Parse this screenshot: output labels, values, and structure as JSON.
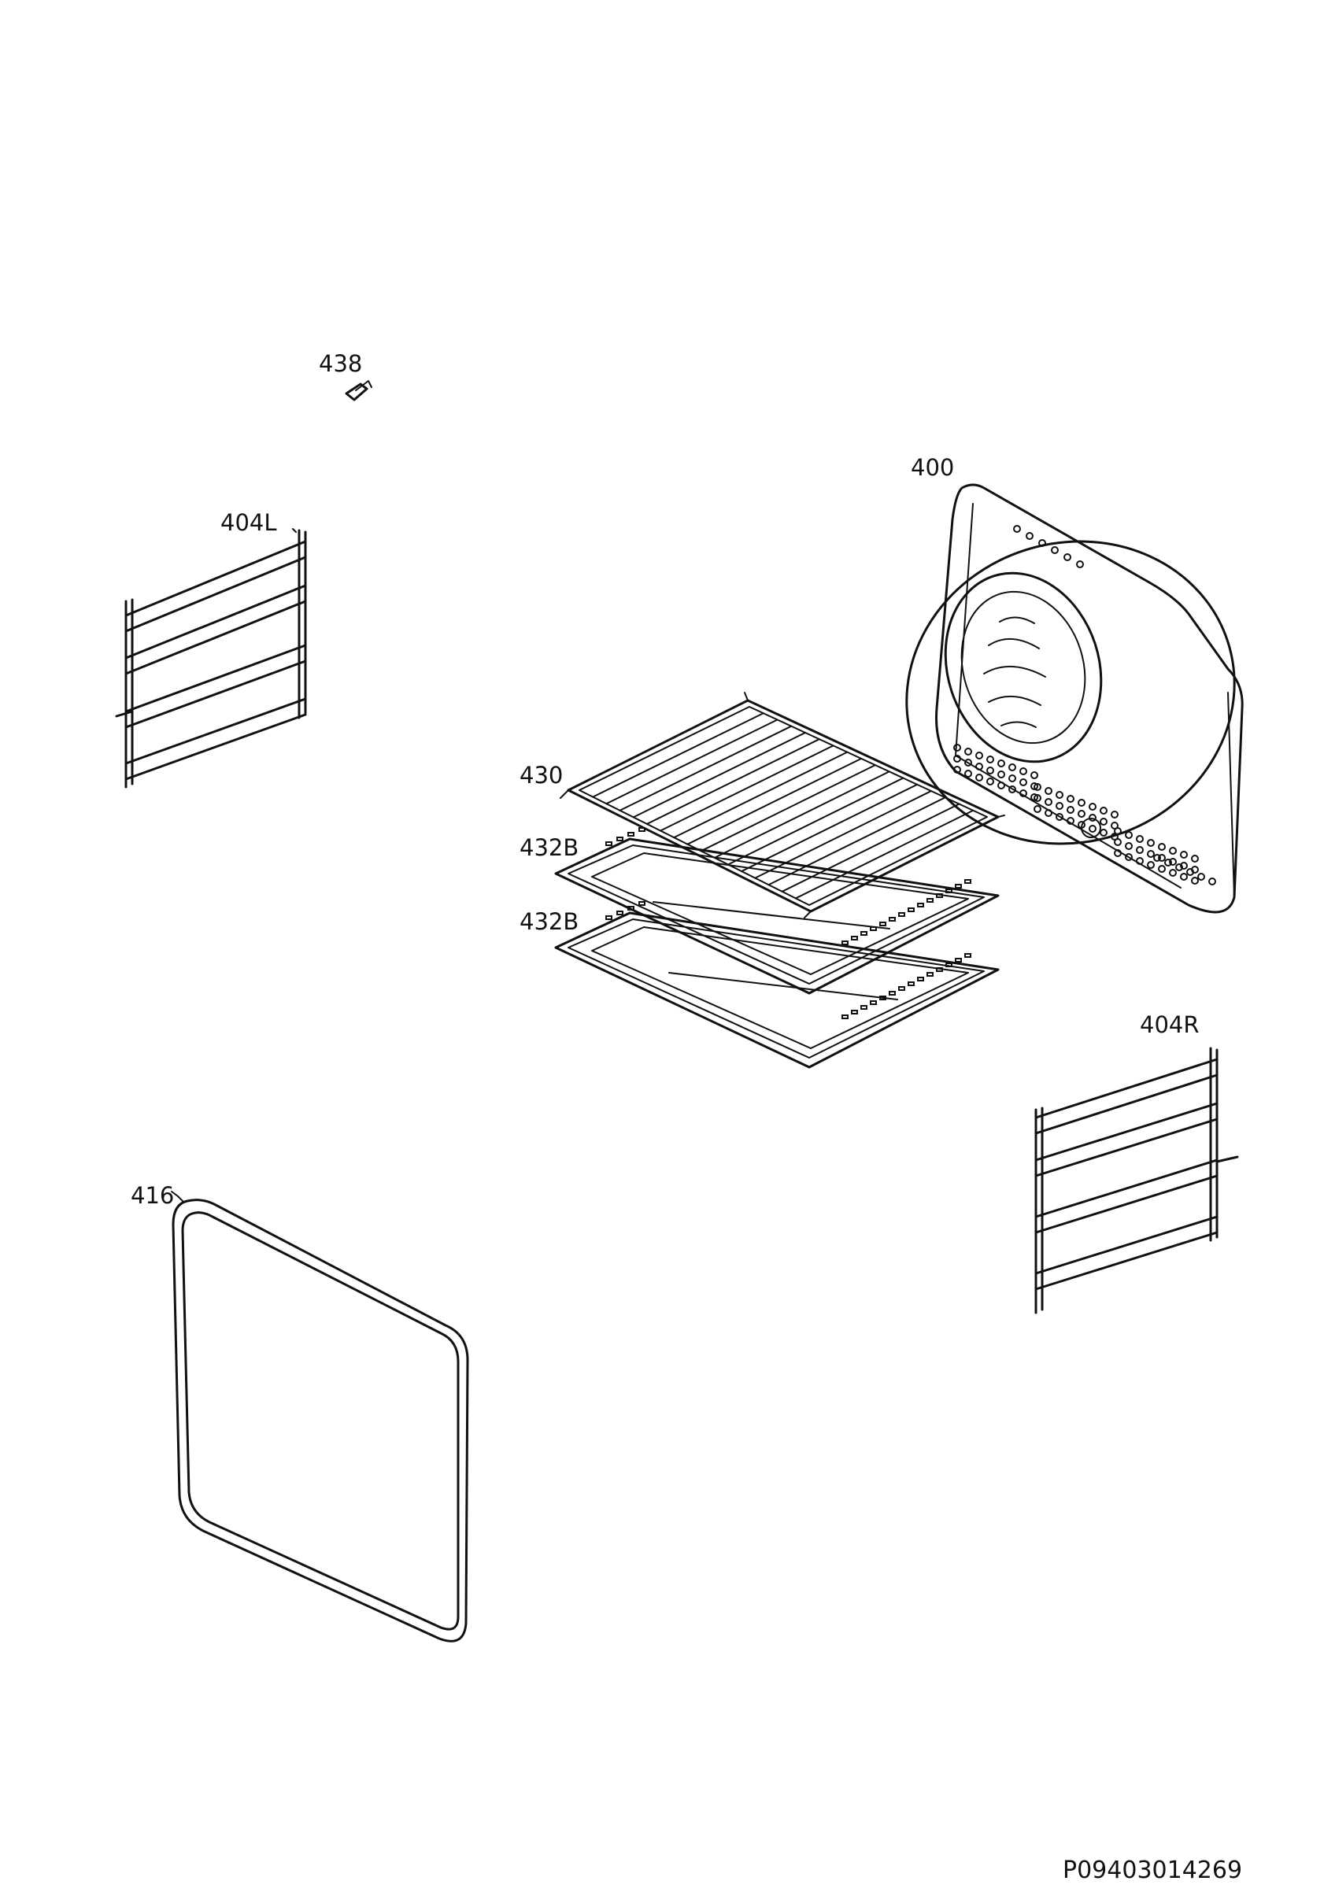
{
  "parts": [
    {
      "id": "438",
      "label": "438",
      "name": "clip"
    },
    {
      "id": "400",
      "label": "400",
      "name": "back-panel"
    },
    {
      "id": "404L",
      "label": "404L",
      "name": "shelf-support-left"
    },
    {
      "id": "430",
      "label": "430",
      "name": "wire-rack"
    },
    {
      "id": "432B-1",
      "label": "432B",
      "name": "baking-tray-upper"
    },
    {
      "id": "432B-2",
      "label": "432B",
      "name": "baking-tray-lower"
    },
    {
      "id": "404R",
      "label": "404R",
      "name": "shelf-support-right"
    },
    {
      "id": "416",
      "label": "416",
      "name": "door-gasket"
    }
  ],
  "drawing_code": "P09403014269"
}
